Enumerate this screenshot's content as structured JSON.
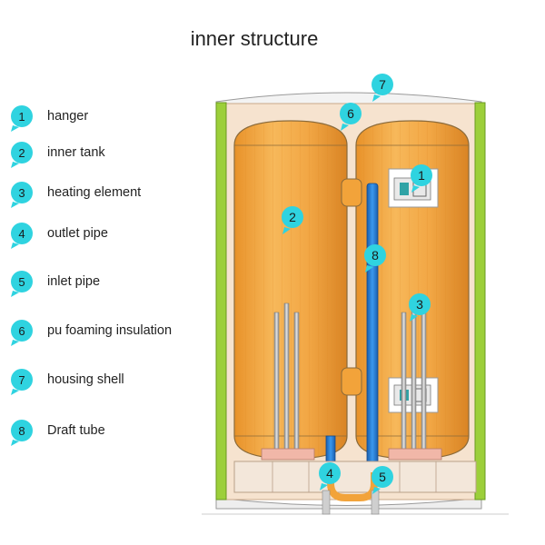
{
  "title": "inner structure",
  "colors": {
    "callout": "#2fd3e0",
    "tank": "#f2a33a",
    "foam": "#f6e3cf",
    "shell_side": "#9ccf3a",
    "tube": "#1e7fd8",
    "tank_outline": "#8a6a3a"
  },
  "legend": [
    {
      "num": "1",
      "label": "hanger"
    },
    {
      "num": "2",
      "label": "inner tank"
    },
    {
      "num": "3",
      "label": "heating element"
    },
    {
      "num": "4",
      "label": "outlet pipe"
    },
    {
      "num": "5",
      "label": "inlet pipe"
    },
    {
      "num": "6",
      "label": "pu foaming insulation"
    },
    {
      "num": "7",
      "label": "housing shell"
    },
    {
      "num": "8",
      "label": "Draft tube"
    }
  ],
  "callouts": [
    {
      "num": "7"
    },
    {
      "num": "6"
    },
    {
      "num": "1"
    },
    {
      "num": "2"
    },
    {
      "num": "8"
    },
    {
      "num": "3"
    },
    {
      "num": "4"
    },
    {
      "num": "5"
    }
  ]
}
